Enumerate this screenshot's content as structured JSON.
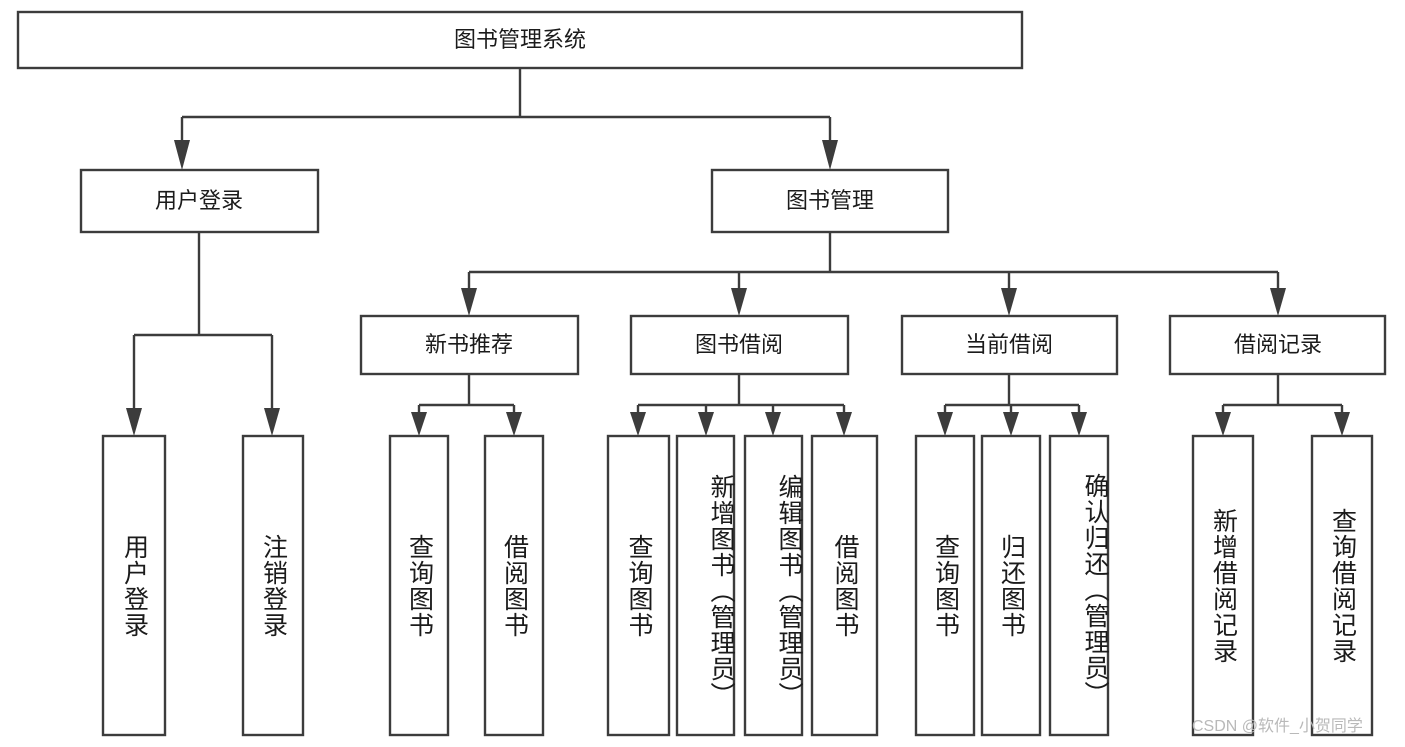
{
  "diagram": {
    "type": "tree-hierarchy",
    "title": "图书管理系统",
    "watermark": "CSDN @软件_小贺同学",
    "colors": {
      "stroke": "#3c3c3c",
      "box_fill": "#ffffff",
      "text": "#1b1b1b",
      "watermark": "#b9b9b9",
      "background": "#ffffff"
    },
    "root": {
      "id": "root",
      "label": "图书管理系统"
    },
    "level2": [
      {
        "id": "user-login",
        "label": "用户登录"
      },
      {
        "id": "book-manage",
        "label": "图书管理"
      }
    ],
    "level3": [
      {
        "id": "new-book-rec",
        "label": "新书推荐",
        "parent": "book-manage"
      },
      {
        "id": "book-borrow",
        "label": "图书借阅",
        "parent": "book-manage"
      },
      {
        "id": "current-borrow",
        "label": "当前借阅",
        "parent": "book-manage"
      },
      {
        "id": "borrow-record",
        "label": "借阅记录",
        "parent": "book-manage"
      }
    ],
    "leaves": [
      {
        "id": "leaf-user-login",
        "label": "用户登录",
        "parent": "user-login"
      },
      {
        "id": "leaf-logout-login",
        "label": "注销登录",
        "parent": "user-login"
      },
      {
        "id": "leaf-query-book-1",
        "label": "查询图书",
        "parent": "new-book-rec"
      },
      {
        "id": "leaf-borrow-book-1",
        "label": "借阅图书",
        "parent": "new-book-rec"
      },
      {
        "id": "leaf-query-book-2",
        "label": "查询图书",
        "parent": "book-borrow"
      },
      {
        "id": "leaf-add-book",
        "label": "新增图书（管理员）",
        "parent": "book-borrow"
      },
      {
        "id": "leaf-edit-book",
        "label": "编辑图书（管理员）",
        "parent": "book-borrow"
      },
      {
        "id": "leaf-borrow-book-2",
        "label": "借阅图书",
        "parent": "book-borrow"
      },
      {
        "id": "leaf-query-book-3",
        "label": "查询图书",
        "parent": "current-borrow"
      },
      {
        "id": "leaf-return-book",
        "label": "归还图书",
        "parent": "current-borrow"
      },
      {
        "id": "leaf-confirm-return",
        "label": "确认归还（管理员）",
        "parent": "current-borrow"
      },
      {
        "id": "leaf-add-record",
        "label": "新增借阅记录",
        "parent": "borrow-record"
      },
      {
        "id": "leaf-query-record",
        "label": "查询借阅记录",
        "parent": "borrow-record"
      }
    ]
  }
}
